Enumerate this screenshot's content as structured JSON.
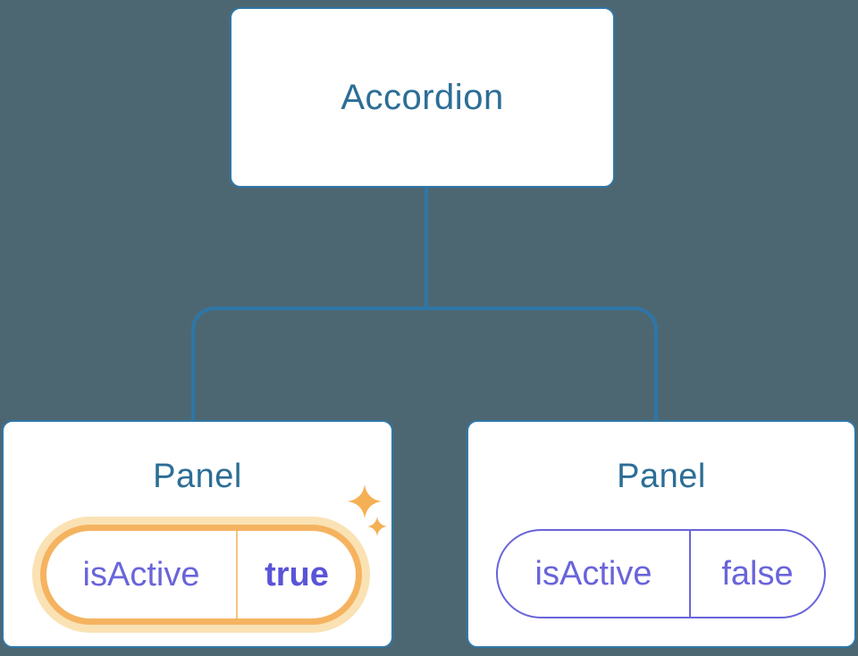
{
  "colors": {
    "background": "#4D6772",
    "line_blue": "#2E76A8",
    "box_border_blue": "#3077A8",
    "title_blue": "#2D6E96",
    "purple": "#6A64DA",
    "purple_bold": "#5A54D8",
    "orange": "#F5B360",
    "orange_glow": "#FAE2B4",
    "orange_divider": "#F4C581",
    "sparkle_orange": "#F5B055",
    "node_background": "#FFFFFF"
  },
  "tree": {
    "root": {
      "label": "Accordion"
    },
    "children": [
      {
        "title": "Panel",
        "state": {
          "name": "isActive",
          "value": "true"
        },
        "active": true,
        "decoration": "sparkles-icon"
      },
      {
        "title": "Panel",
        "state": {
          "name": "isActive",
          "value": "false"
        },
        "active": false
      }
    ]
  }
}
